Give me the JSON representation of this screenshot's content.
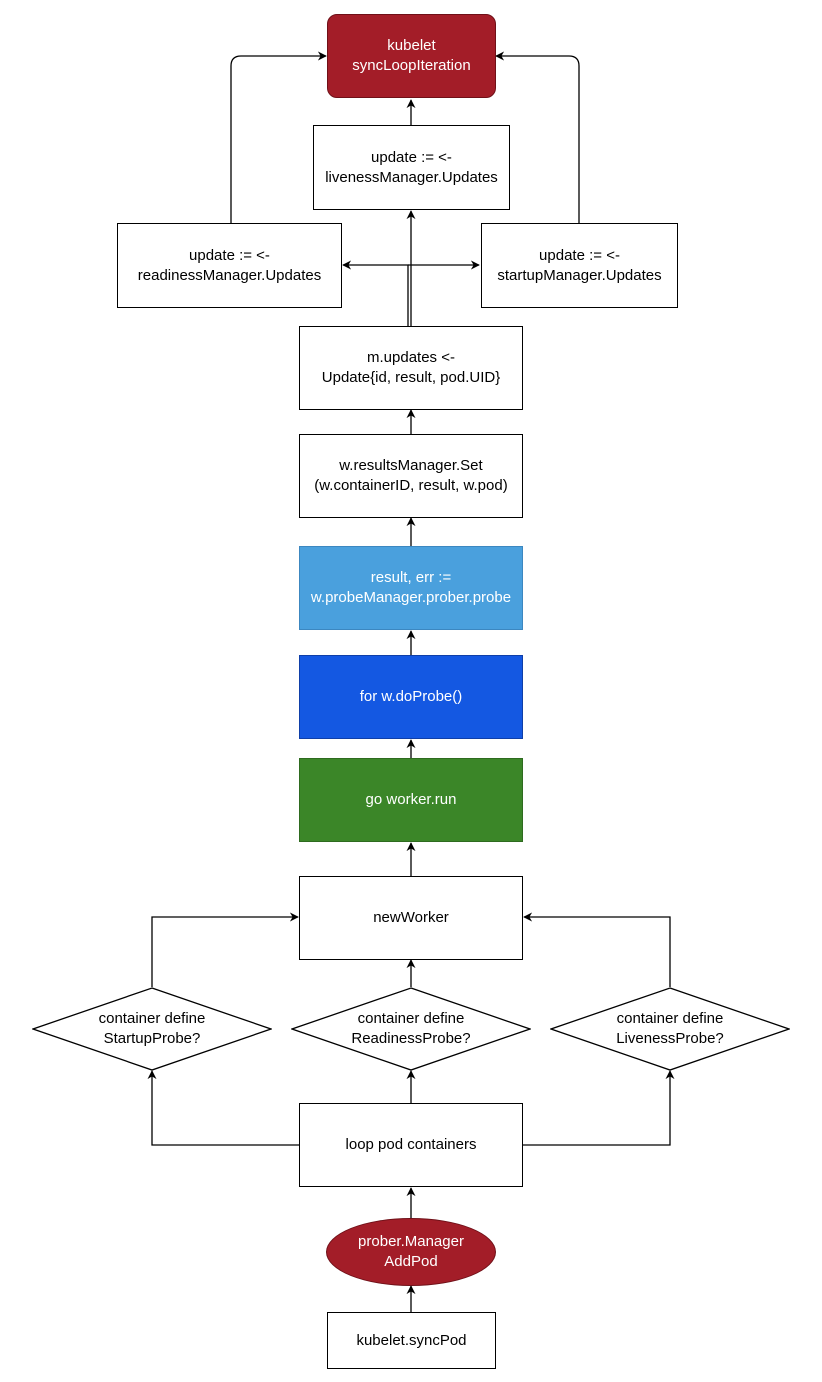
{
  "nodes": {
    "kubelet_sync_loop": "kubelet\nsyncLoopIteration",
    "liveness_updates": "update := <-\nlivenessManager.Updates",
    "readiness_updates": "update := <-\nreadinessManager.Updates",
    "startup_updates": "update := <-\nstartupManager.Updates",
    "m_updates": "m.updates <-\nUpdate{id, result, pod.UID}",
    "results_manager_set": "w.resultsManager.Set\n(w.containerID, result, w.pod)",
    "prober_probe": "result, err :=\nw.probeManager.prober.probe",
    "do_probe": "for w.doProbe()",
    "worker_run": "go worker.run",
    "new_worker": "newWorker",
    "startup_probe_decision": "container define\nStartupProbe?",
    "readiness_probe_decision": "container define\nReadinessProbe?",
    "liveness_probe_decision": "container define\nLivenessProbe?",
    "loop_pod_containers": "loop pod containers",
    "prober_manager_addpod": "prober.Manager\nAddPod",
    "kubelet_sync_pod": "kubelet.syncPod"
  },
  "colors": {
    "dark_red": "#a31d28",
    "light_blue": "#4aa0dd",
    "blue": "#1458e2",
    "green": "#3b8628"
  }
}
